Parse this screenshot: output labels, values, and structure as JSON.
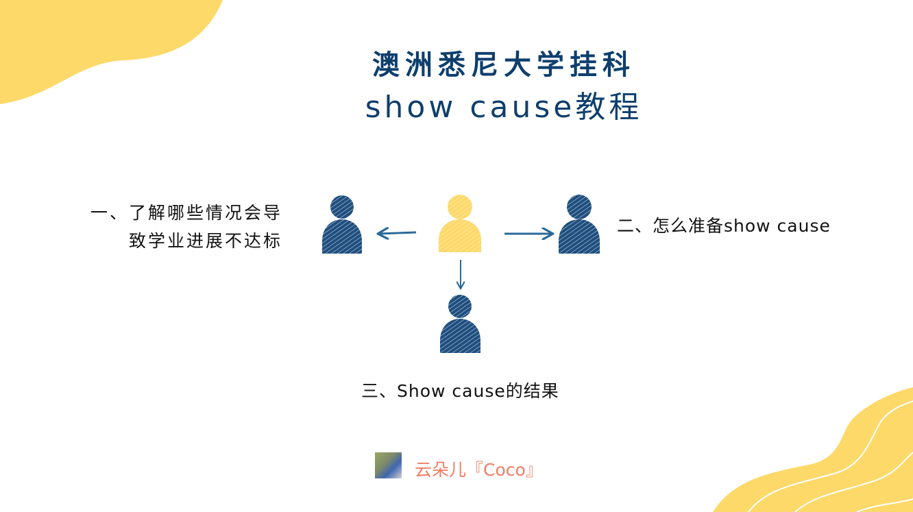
{
  "title": {
    "line1": "澳洲悉尼大学挂科",
    "line2": "show cause教程"
  },
  "sections": [
    {
      "line1": "一、了解哪些情况会导",
      "line2": "致学业进展不达标"
    },
    {
      "label": "二、怎么准备show cause"
    },
    {
      "label": "三、Show cause的结果"
    }
  ],
  "footer": {
    "author": "云朵儿『Coco』"
  },
  "colors": {
    "navy": "#1f4f7f",
    "yellow": "#fdd96a",
    "title": "#0e3f6d",
    "author": "#f07d64"
  }
}
